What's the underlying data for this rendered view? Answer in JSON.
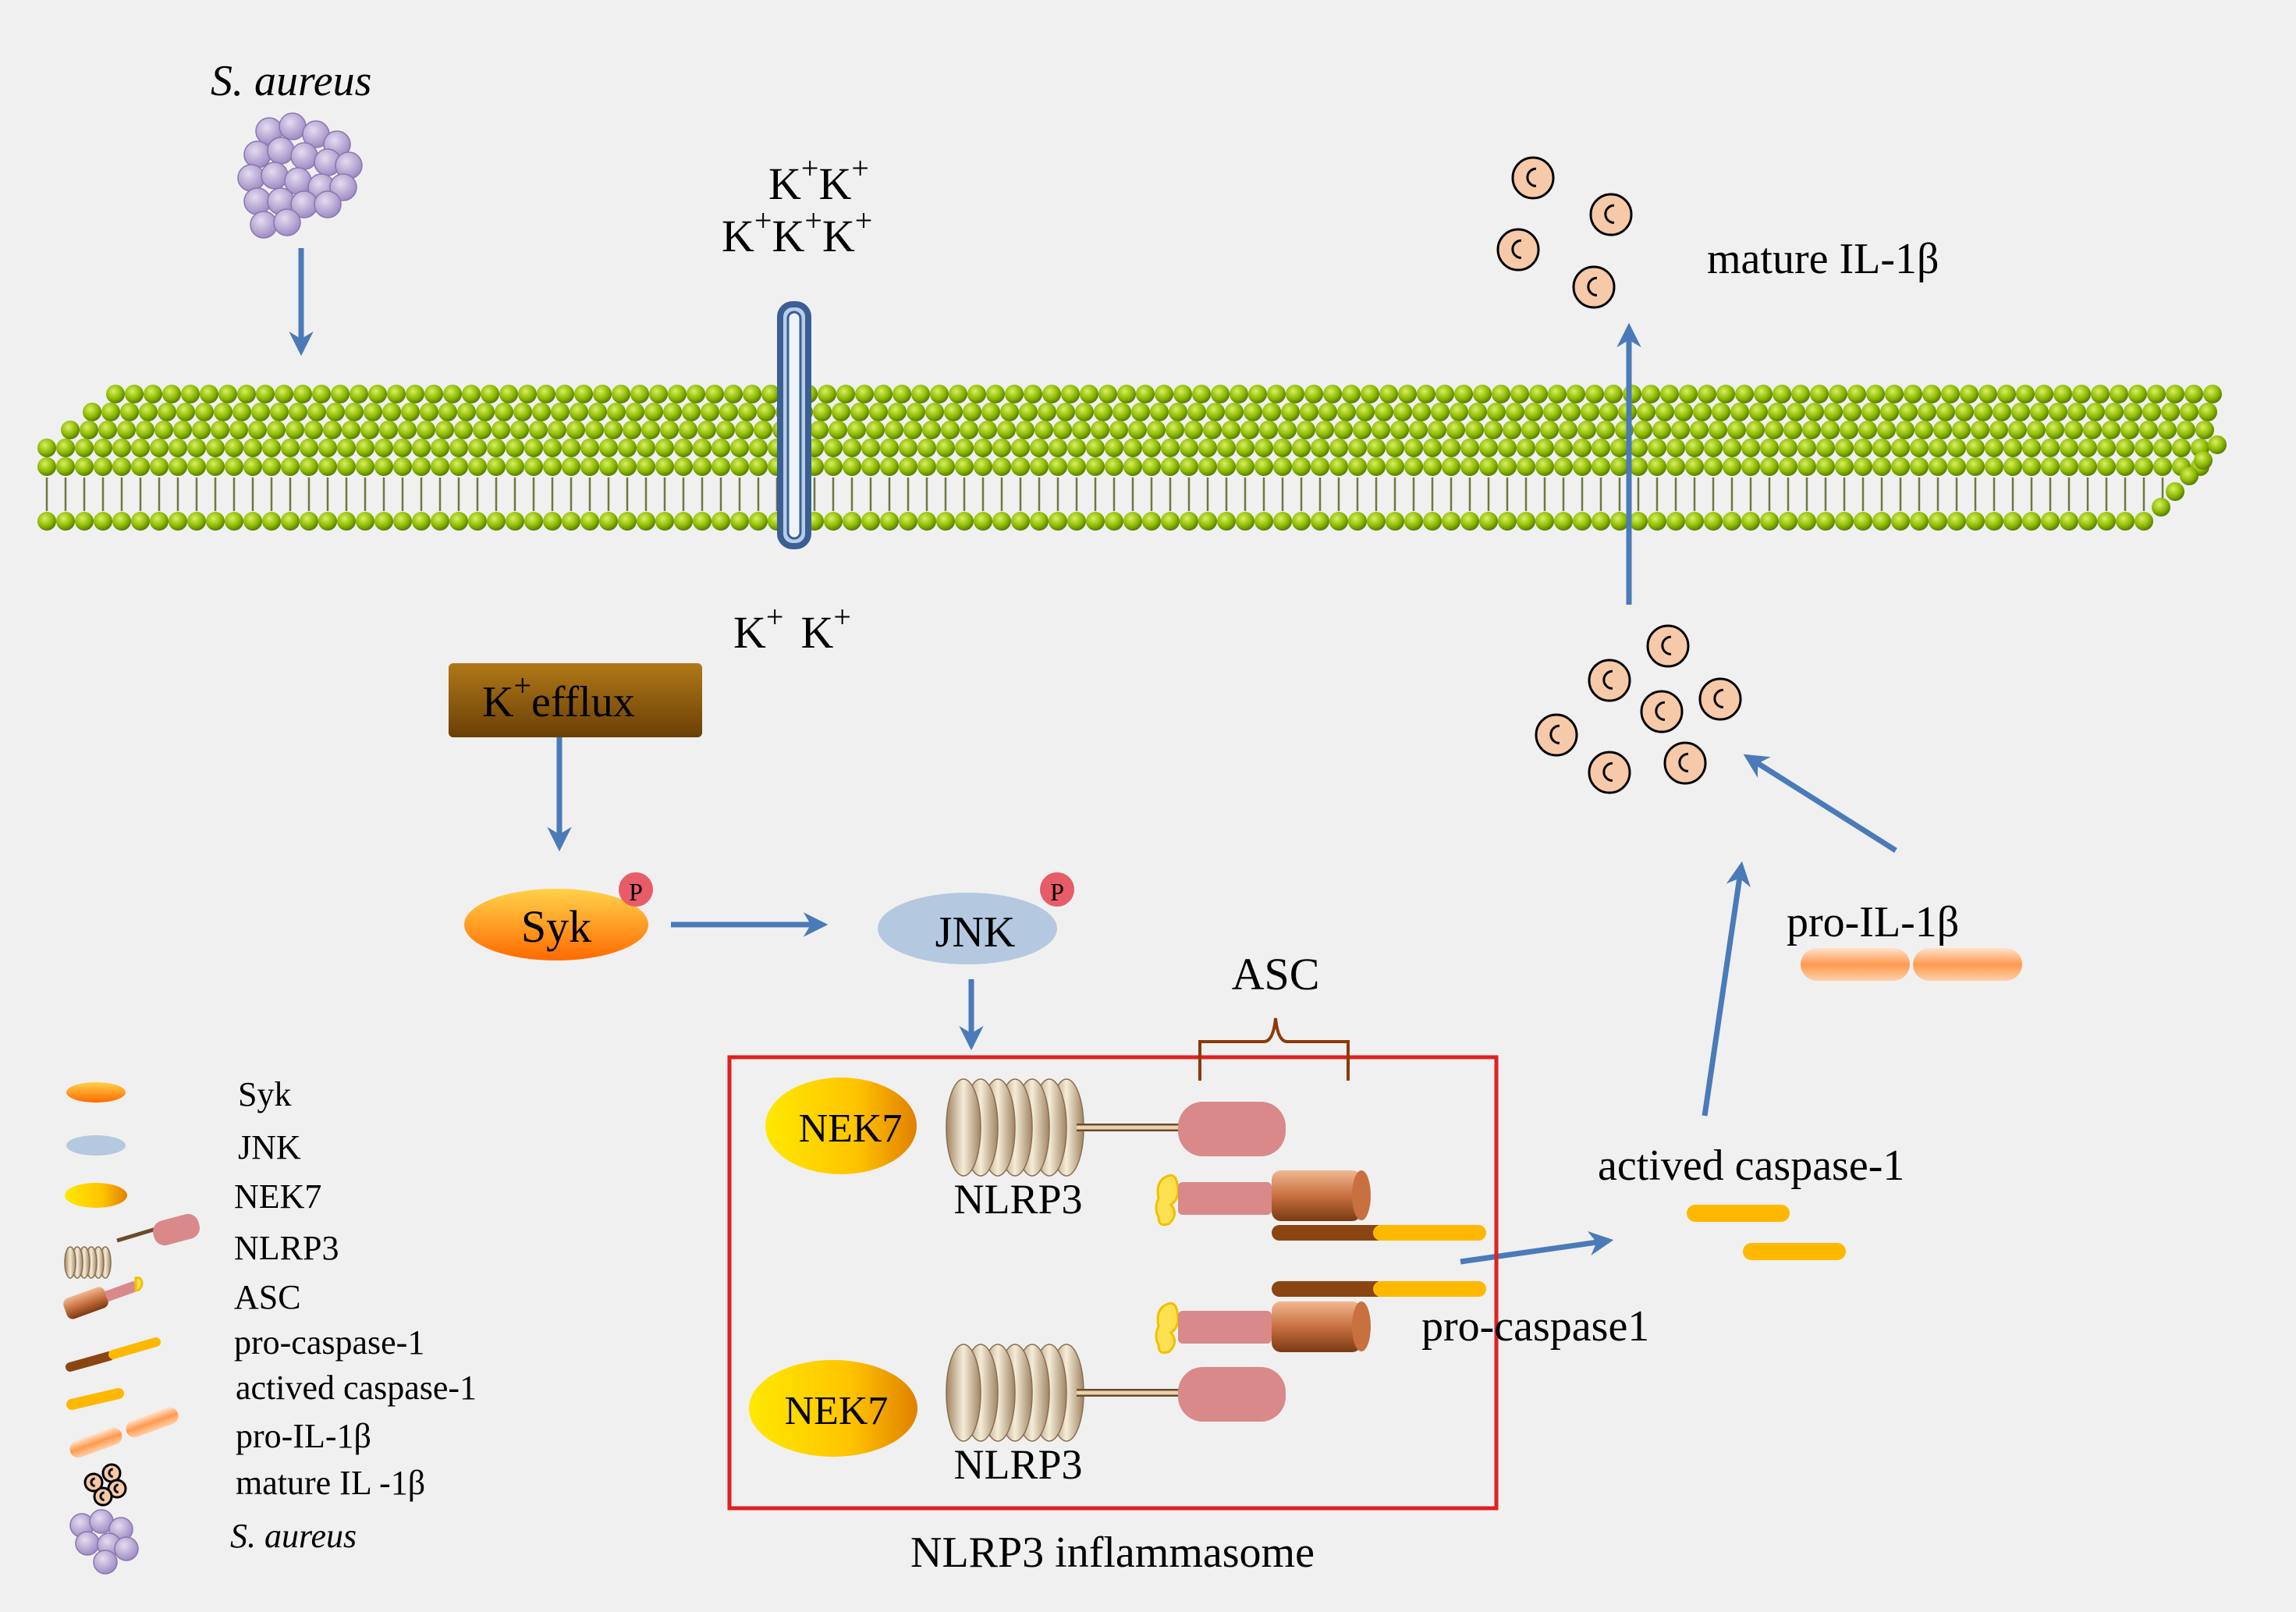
{
  "diagram": {
    "bacteria_label": "S. aureus",
    "ions_top_line1": [
      "K",
      "K"
    ],
    "ions_top_line2": [
      "K",
      "K",
      "K"
    ],
    "ions_bottom": [
      "K",
      "K"
    ],
    "ion_charge": "+",
    "efflux_box": {
      "ion": "K",
      "charge": "+",
      "text": "efflux"
    },
    "syk_label": "Syk",
    "jnk_label": "JNK",
    "phospho_label": "P",
    "asc_bracket_label": "ASC",
    "nek7_label": "NEK7",
    "nlrp3_label": "NLRP3",
    "inflammasome_label": "NLRP3  inflammasome",
    "procaspase_label": "pro-caspase1",
    "actived_caspase_label": "actived  caspase-1",
    "pro_il1b_label": "pro-IL-1β",
    "mature_il1b_label": "mature IL-1β"
  },
  "legend": {
    "items": [
      {
        "icon": "syk-icon",
        "label": "Syk"
      },
      {
        "icon": "jnk-icon",
        "label": "JNK"
      },
      {
        "icon": "nek7-icon",
        "label": "NEK7"
      },
      {
        "icon": "nlrp3-icon",
        "label": "NLRP3"
      },
      {
        "icon": "asc-icon",
        "label": "ASC"
      },
      {
        "icon": "pro-caspase-1-icon",
        "label": "pro-caspase-1"
      },
      {
        "icon": "actived-caspase-1-icon",
        "label": "actived caspase-1"
      },
      {
        "icon": "pro-il-1b-icon",
        "label": "pro-IL-1β"
      },
      {
        "icon": "mature-il-1b-icon",
        "label": "mature  IL -1β"
      },
      {
        "icon": "s-aureus-icon",
        "label": "S. aureus"
      }
    ]
  },
  "colors": {
    "background": "#f0f0f0",
    "arrow": "#4a7ab8",
    "membrane_head": "#8cb800",
    "membrane_head_dark": "#4d6f00",
    "bacteria": "#a895c8",
    "syk": "#ff8a00",
    "jnk": "#b4c8e0",
    "nek7": "#ffd000",
    "inflammasome_box": "#e02020",
    "asc_pink": "#d9898a",
    "caspase_gold": "#ffb800",
    "caspase_brown": "#8b4513",
    "il1b": "#f6c9a8",
    "efflux_box": "#8b5a0a"
  }
}
